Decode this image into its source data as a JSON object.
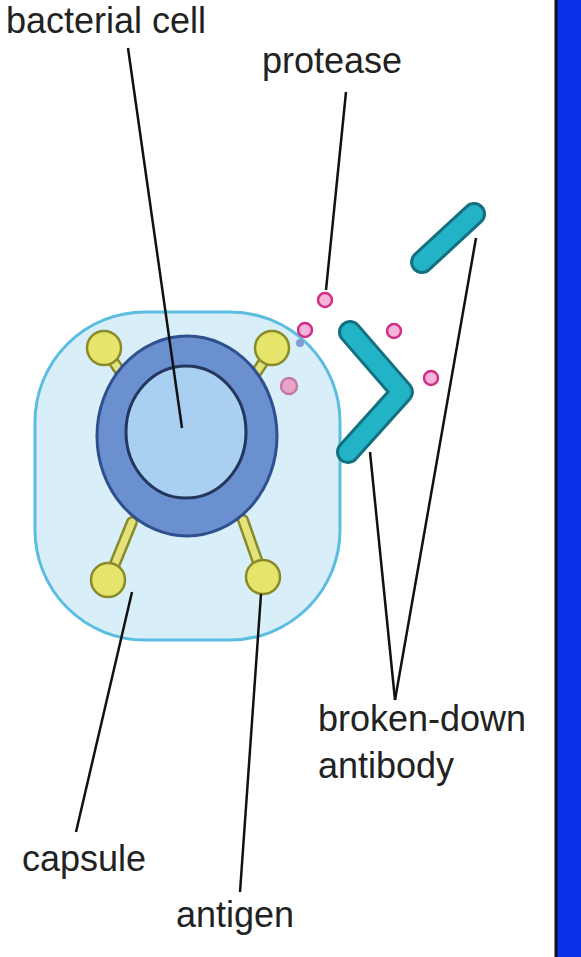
{
  "diagram": {
    "labels": [
      "bacterial cell",
      "protease",
      "broken-down antibody",
      "capsule",
      "antigen"
    ]
  }
}
